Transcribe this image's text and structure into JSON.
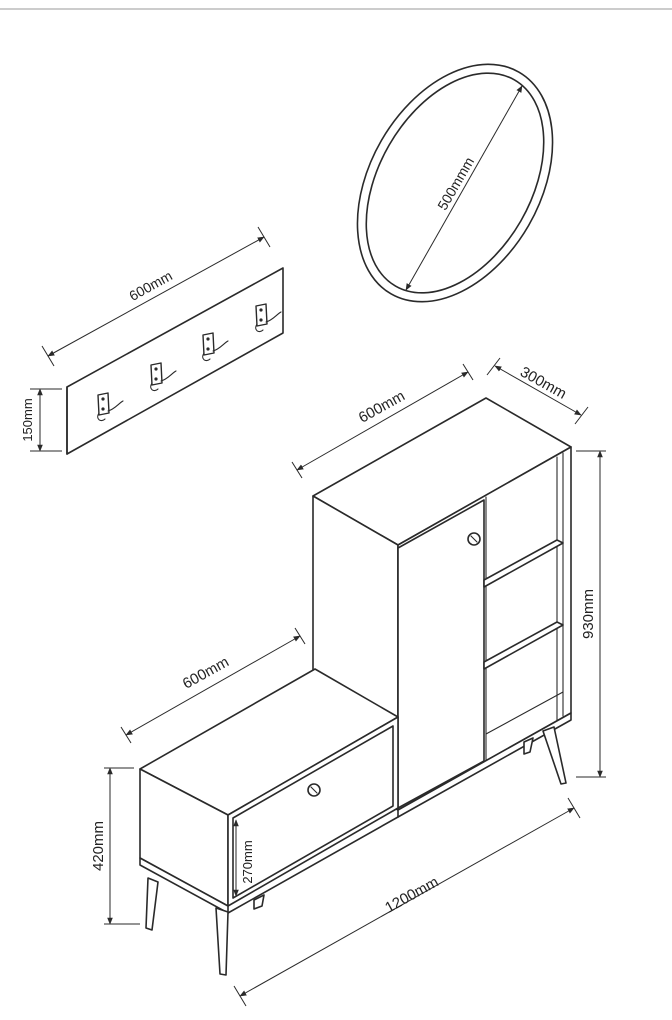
{
  "diagram": {
    "mirror": {
      "diameter": "500mmm"
    },
    "hook_rack": {
      "width": "600mm",
      "height": "150mm",
      "hook_count": 4
    },
    "cabinet": {
      "width": "600mm",
      "depth": "300mm",
      "height": "930mm"
    },
    "bench": {
      "width": "600mm",
      "height": "420mm",
      "drawer_height": "270mm"
    },
    "overall": {
      "width": "1200mm"
    }
  }
}
